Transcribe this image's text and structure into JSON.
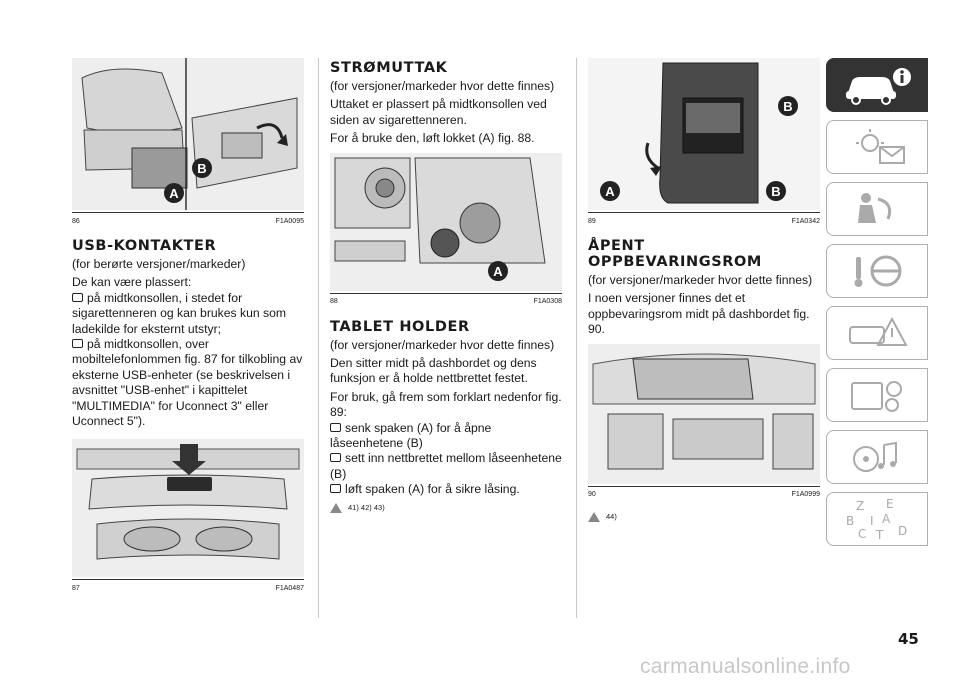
{
  "col1": {
    "fig86": {
      "num": "86",
      "code": "F1A0095",
      "labels": {
        "a": "A",
        "b": "B"
      }
    },
    "heading": "USB-KONTAKTER",
    "para1": "(for berørte versjoner/markeder)",
    "para2": "De kan være plassert:",
    "bullets": [
      "på midtkonsollen, i stedet for sigarettenneren og kan brukes kun som ladekilde for eksternt utstyr;",
      "på midtkonsollen, over mobiltelefonlommen fig. 87 for tilkobling av eksterne USB-enheter (se beskrivelsen i avsnittet \"USB-enhet\" i kapittelet \"MULTIMEDIA\" for Uconnect 3\" eller Uconnect 5\")."
    ],
    "fig87": {
      "num": "87",
      "code": "F1A0487"
    }
  },
  "col2": {
    "heading1": "STRØMUTTAK",
    "para1": "(for versjoner/markeder hvor dette finnes)",
    "para2": "Uttaket er plassert på midtkonsollen ved siden av sigarettenneren.",
    "para3": "For å bruke den, løft lokket (A) fig. 88.",
    "fig88": {
      "num": "88",
      "code": "F1A0308",
      "labels": {
        "a": "A"
      }
    },
    "heading2": "TABLET HOLDER",
    "para4": "(for versjoner/markeder hvor dette finnes)",
    "para5": "Den sitter midt på dashbordet og dens funksjon er å holde nettbrettet festet.",
    "para6": "For bruk, gå frem som forklart nedenfor fig. 89:",
    "bullets": [
      "senk spaken (A) for å åpne låseenhetene (B)",
      "sett inn nettbrettet mellom låseenhetene (B)",
      "løft spaken (A) for å sikre låsing."
    ],
    "notes": "41)  42)  43)"
  },
  "col3": {
    "fig89": {
      "num": "89",
      "code": "F1A0342",
      "labels": {
        "a": "A",
        "b1": "B",
        "b2": "B"
      }
    },
    "heading": "ÅPENT OPPBEVARINGSROM",
    "para1": "(for versjoner/markeder hvor dette finnes)",
    "para2": "I noen versjoner finnes det et oppbevaringsrom midt på dashbordet fig. 90.",
    "fig90": {
      "num": "90",
      "code": "F1A0999"
    },
    "notes": "44)"
  },
  "sidebar": {
    "tabs": [
      "car-info-icon",
      "warning-lights-icon",
      "safety-airbag-icon",
      "starting-driving-icon",
      "emergency-icon",
      "maintenance-icon",
      "multimedia-icon",
      "index-icon"
    ],
    "index_letters": [
      "Z",
      "E",
      "B",
      "A",
      "C",
      "T",
      "D",
      "I"
    ],
    "active_color": "#333333"
  },
  "page_number": "45",
  "watermark": "carmanualsonline.info"
}
